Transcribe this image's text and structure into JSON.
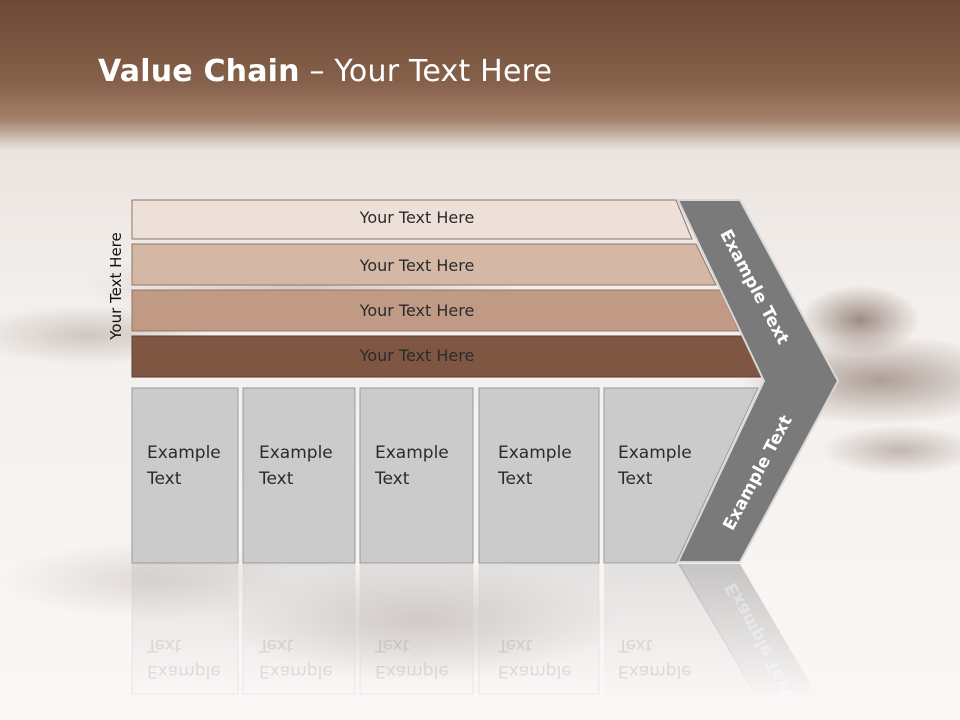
{
  "title": {
    "bold": "Value Chain",
    "rest": " – Your Text Here"
  },
  "side_label": "Your Text Here",
  "bands": [
    {
      "label": "Your Text Here",
      "color": "#ece0d9"
    },
    {
      "label": "Your Text Here",
      "color": "#d5b7a6"
    },
    {
      "label": "Your Text Here",
      "color": "#c09a84"
    },
    {
      "label": "Your Text Here",
      "color": "#7e5641"
    }
  ],
  "boxes": [
    {
      "label": "Example\nText"
    },
    {
      "label": "Example\nText"
    },
    {
      "label": "Example\nText"
    },
    {
      "label": "Example\nText"
    },
    {
      "label": "Example\nText"
    }
  ],
  "arrow": {
    "top_label": "Example Text",
    "bottom_label": "Example Text",
    "color": "#7a7a7a"
  },
  "colors": {
    "box_fill": "#cbcbcb",
    "box_border": "#9a9a9a",
    "header": "#7a5440"
  }
}
